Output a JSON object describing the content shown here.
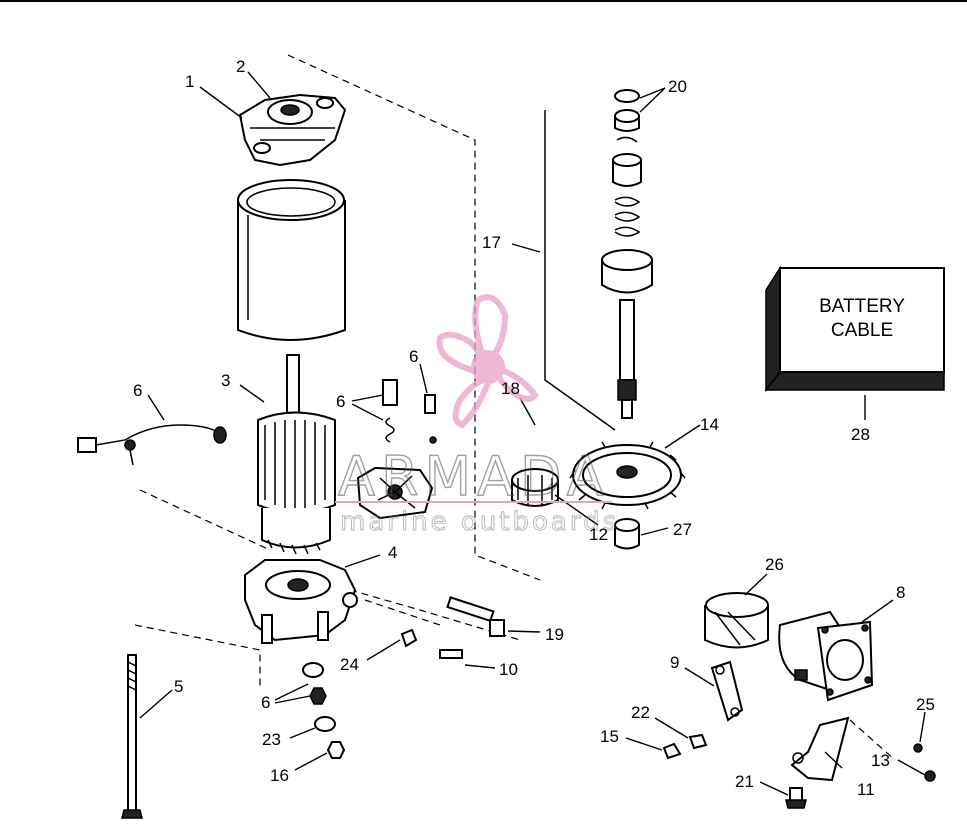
{
  "battery_cable_box": {
    "line1": "BATTERY",
    "line2": "CABLE"
  },
  "watermark": {
    "title": "ARMADA",
    "subtitle": "marine outboards",
    "accent": "#e8a0c8"
  },
  "callouts": {
    "p1": "1",
    "p2": "2",
    "p3": "3",
    "p4": "4",
    "p5": "5",
    "p6a": "6",
    "p6b": "6",
    "p6c": "6",
    "p6d": "6",
    "p8": "8",
    "p9": "9",
    "p10": "10",
    "p11": "11",
    "p12": "12",
    "p13": "13",
    "p14": "14",
    "p15": "15",
    "p16": "16",
    "p17": "17",
    "p18": "18",
    "p19": "19",
    "p20": "20",
    "p21": "21",
    "p22": "22",
    "p23": "23",
    "p24": "24",
    "p25": "25",
    "p26": "26",
    "p27": "27",
    "p28": "28"
  }
}
